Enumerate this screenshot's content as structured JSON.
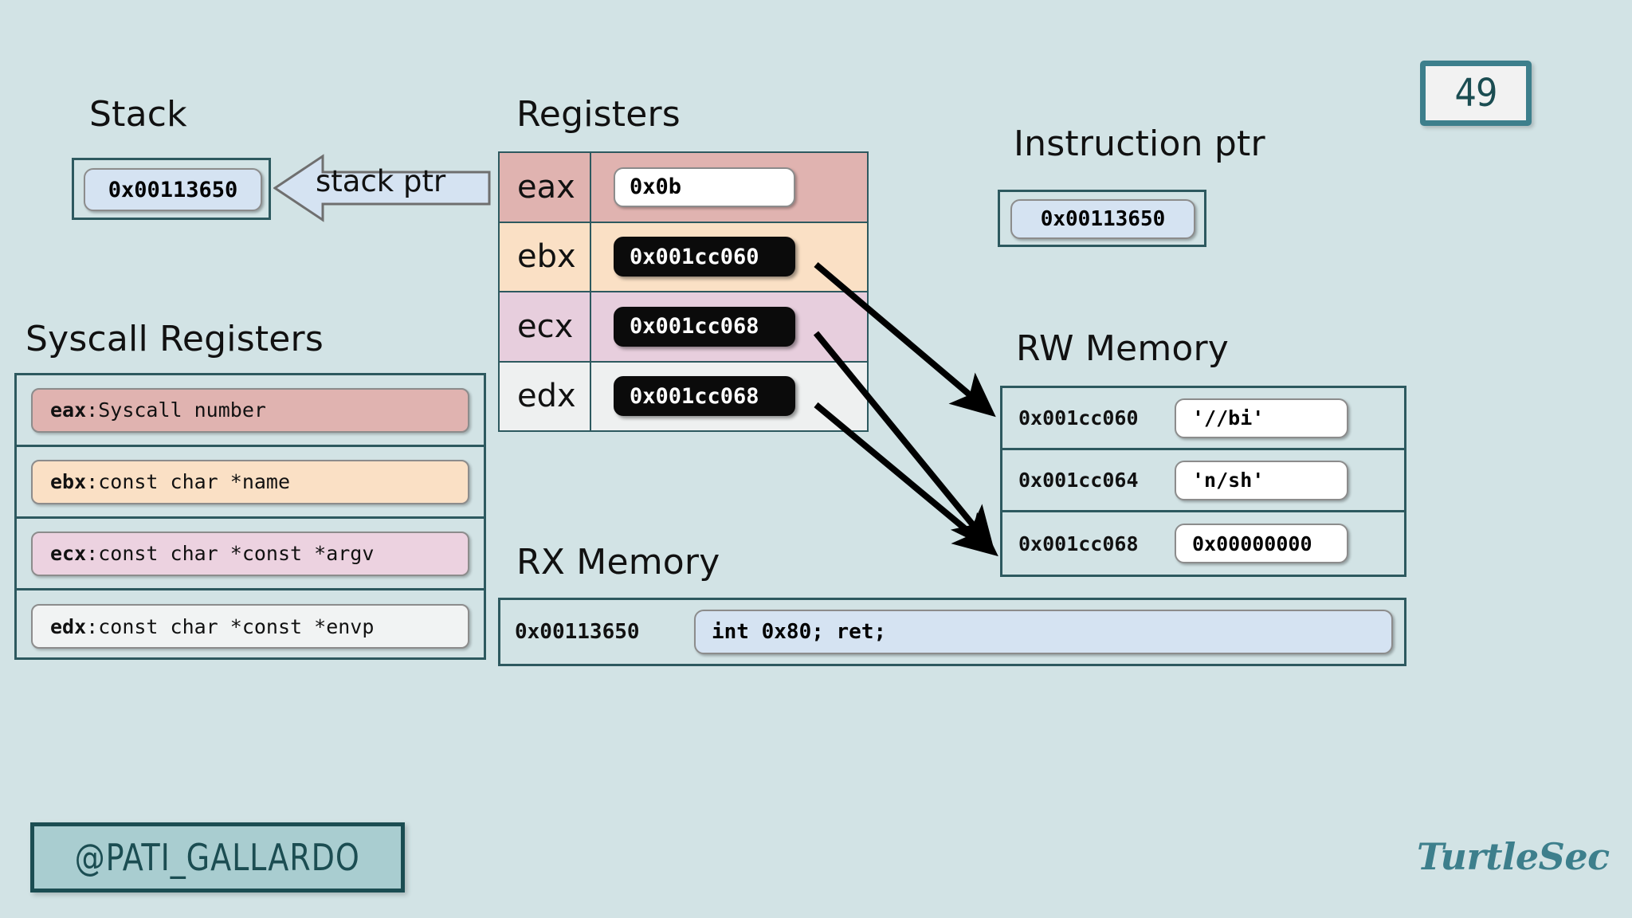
{
  "slide": {
    "number": "49",
    "background_color": "#d2e3e5",
    "accent_color": "#2d595f",
    "badge_color": "#3d7f8c"
  },
  "stack": {
    "heading": "Stack",
    "value": "0x00113650",
    "pointer_label": "stack ptr"
  },
  "registers": {
    "heading": "Registers",
    "rows": [
      {
        "name": "eax",
        "value": "0x0b",
        "style": "white",
        "row_color": "#e0b3b0"
      },
      {
        "name": "ebx",
        "value": "0x001cc060",
        "style": "black",
        "row_color": "#fae0c5"
      },
      {
        "name": "ecx",
        "value": "0x001cc068",
        "style": "black",
        "row_color": "#e7cedd"
      },
      {
        "name": "edx",
        "value": "0x001cc068",
        "style": "black",
        "row_color": "#eef0f0"
      }
    ]
  },
  "instruction_pointer": {
    "heading": "Instruction ptr",
    "value": "0x00113650"
  },
  "syscall_registers": {
    "heading": "Syscall Registers",
    "rows": [
      {
        "name": "eax",
        "sep": " : ",
        "desc": "Syscall number",
        "row_color": "#e0b3b0"
      },
      {
        "name": "ebx",
        "sep": " : ",
        "desc": "const char *name",
        "row_color": "#fae0c5"
      },
      {
        "name": "ecx",
        "sep": " : ",
        "desc": "const char *const *argv",
        "row_color": "#ecd2e0"
      },
      {
        "name": "edx",
        "sep": " : ",
        "desc": "const char *const *envp",
        "row_color": "#f1f3f3"
      }
    ]
  },
  "rw_memory": {
    "heading": "RW Memory",
    "rows": [
      {
        "address": "0x001cc060",
        "value": "'//bi'"
      },
      {
        "address": "0x001cc064",
        "value": "'n/sh'"
      },
      {
        "address": "0x001cc068",
        "value": "0x00000000"
      }
    ]
  },
  "rx_memory": {
    "heading": "RX Memory",
    "address": "0x00113650",
    "instruction": "int 0x80; ret;"
  },
  "arrows": [
    {
      "from": "ebx",
      "to": "rw_row_0x001cc060"
    },
    {
      "from": "ecx",
      "to": "rw_row_0x001cc068"
    },
    {
      "from": "edx",
      "to": "rw_row_0x001cc068"
    }
  ],
  "footer": {
    "handle": "@PATI_GALLARDO",
    "logo": "TurtleSec"
  }
}
